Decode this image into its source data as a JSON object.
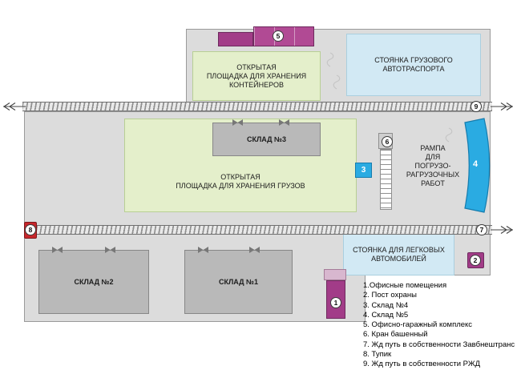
{
  "areas": {
    "container_yard": "ОТКРЫТАЯ\nПЛОЩАДКА ДЛЯ ХРАНЕНИЯ\nКОНТЕЙНЕРОВ",
    "truck_parking": "СТОЯНКА ГРУЗОВОГО\nАВТОТРАСПОРТА",
    "cargo_yard": "ОТКРЫТАЯ\nПЛОЩАДКА ДЛЯ ХРАНЕНИЯ ГРУЗОВ",
    "ramp": "РАМПА\nДЛЯ\nПОГРУЗО-\nРАГРУЗОЧНЫХ\nРАБОТ",
    "car_parking": "СТОЯНКА ДЛЯ ЛЕГКОВЫХ\nАВТОМОБИЛЕЙ"
  },
  "buildings": {
    "warehouse3": "СКЛАД №3",
    "warehouse2": "СКЛАД №2",
    "warehouse1": "СКЛАД №1"
  },
  "markers": {
    "offices": "1",
    "security_post": "2",
    "warehouse4": "3",
    "warehouse5": "4",
    "office_garage_complex": "5",
    "tower_crane": "6",
    "rail_zavbneshtrans": "7",
    "dead_end": "8",
    "rail_rzd": "9"
  },
  "legend": {
    "items": [
      "1.Офисные помещения",
      "2. Пост охраны",
      "3. Склад №4",
      "4. Склад №5",
      "5. Офисно-гаражный комплекс",
      "6. Кран башенный",
      "7. Жд путь в собственности Завбнештранс",
      "8. Тупик",
      "9. Жд путь в собственности РЖД"
    ]
  },
  "colors": {
    "backdrop": "#dcdcdc",
    "building": "#b9b9b9",
    "green-area": "#e4efcb",
    "blue-area": "#d2e9f4",
    "bright-blue": "#2aabe2",
    "magenta": "#a23c88",
    "magenta-light": "#b14a94",
    "magenta-pale": "#d8b7cf",
    "red": "#c8272c"
  }
}
